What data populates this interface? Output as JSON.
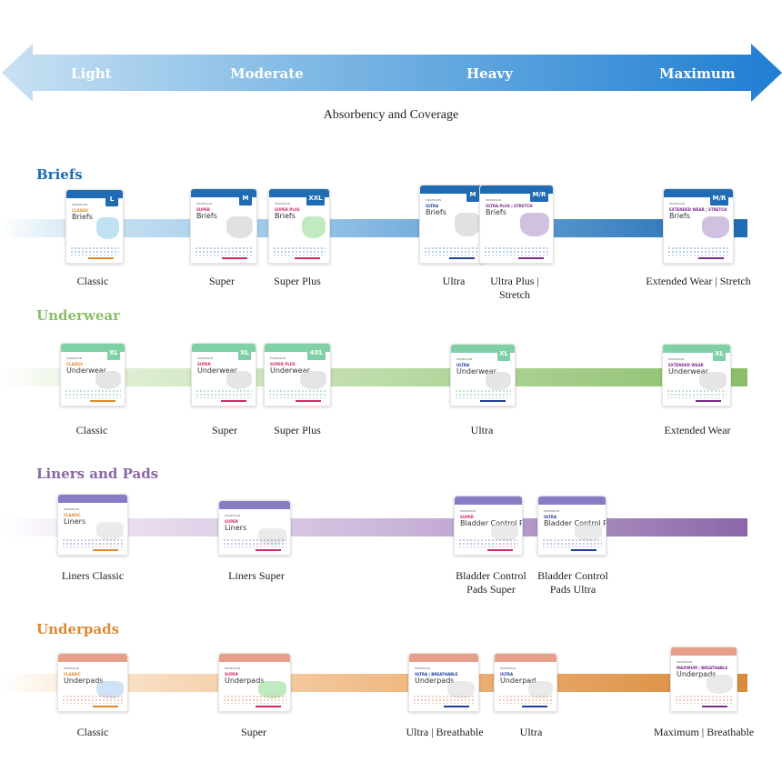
{
  "scale": {
    "levels": [
      "Light",
      "Moderate",
      "Heavy",
      "Maximum"
    ],
    "caption": "Absorbency and Coverage"
  },
  "colors": {
    "briefs": "#1f6cb4",
    "underwear": "#8bbd6a",
    "liners": "#8a68a8",
    "underpads": "#d98a3a"
  },
  "sections": [
    {
      "key": "briefs",
      "title": "Briefs",
      "products": [
        {
          "label": [
            "Classic"
          ],
          "brand": "MCKESSON",
          "tier": "CLASSIC",
          "name": "Briefs",
          "size": "L",
          "stripe": "#e08a2a",
          "art": "#8cc9e8"
        },
        {
          "label": [
            "Super"
          ],
          "brand": "MCKESSON",
          "tier": "SUPER",
          "name": "Briefs",
          "size": "M",
          "stripe": "#d4286a",
          "art": "#c9c9c9"
        },
        {
          "label": [
            "Super Plus"
          ],
          "brand": "MCKESSON",
          "tier": "SUPER PLUS",
          "name": "Briefs",
          "size": "XXL",
          "stripe": "#d4286a",
          "art": "#8ed88c"
        },
        {
          "label": [
            "Ultra"
          ],
          "brand": "MCKESSON",
          "tier": "ULTRA",
          "name": "Briefs",
          "size": "M",
          "stripe": "#1f3e9a",
          "art": "#c9c9c9"
        },
        {
          "label": [
            "Ultra Plus |",
            "Stretch"
          ],
          "brand": "MCKESSON",
          "tier": "ULTRA PLUS | STRETCH",
          "name": "Briefs",
          "size": "M/R",
          "stripe": "#7a2a8a",
          "art": "#a98ec9"
        },
        {
          "label": [
            "Extended Wear | Stretch"
          ],
          "brand": "MCKESSON",
          "tier": "EXTENDED WEAR | STRETCH",
          "name": "Briefs",
          "size": "M/R",
          "stripe": "#7a2a8a",
          "art": "#a98ec9"
        }
      ]
    },
    {
      "key": "underwear",
      "title": "Underwear",
      "products": [
        {
          "label": [
            "Classic"
          ],
          "brand": "MCKESSON",
          "tier": "CLASSIC",
          "name": "Underwear",
          "size": "XL",
          "stripe": "#e08a2a",
          "art": "#cfcfcf"
        },
        {
          "label": [
            "Super"
          ],
          "brand": "MCKESSON",
          "tier": "SUPER",
          "name": "Underwear",
          "size": "XL",
          "stripe": "#d4286a",
          "art": "#cfcfcf"
        },
        {
          "label": [
            "Super Plus"
          ],
          "brand": "MCKESSON",
          "tier": "SUPER PLUS",
          "name": "Underwear",
          "size": "4XL",
          "stripe": "#d4286a",
          "art": "#cfcfcf"
        },
        {
          "label": [
            "Ultra"
          ],
          "brand": "MCKESSON",
          "tier": "ULTRA",
          "name": "Underwear",
          "size": "XL",
          "stripe": "#1f3e9a",
          "art": "#cfcfcf"
        },
        {
          "label": [
            "Extended Wear"
          ],
          "brand": "MCKESSON",
          "tier": "EXTENDED WEAR",
          "name": "Underwear",
          "size": "XL",
          "stripe": "#7a2a8a",
          "art": "#cfcfcf"
        }
      ]
    },
    {
      "key": "liners",
      "title": "Liners and Pads",
      "products": [
        {
          "label": [
            "Liners Classic"
          ],
          "brand": "MCKESSON",
          "tier": "CLASSIC",
          "name": "Liners",
          "size": "",
          "stripe": "#e08a2a",
          "art": "#d8d8d8"
        },
        {
          "label": [
            "Liners Super"
          ],
          "brand": "MCKESSON",
          "tier": "SUPER",
          "name": "Liners",
          "size": "",
          "stripe": "#d4286a",
          "art": "#d8d8d8"
        },
        {
          "label": [
            "Bladder Control",
            "Pads Super"
          ],
          "brand": "MCKESSON",
          "tier": "SUPER",
          "name": "Bladder Control Pads",
          "size": "",
          "stripe": "#d4286a",
          "art": "#d8d8d8"
        },
        {
          "label": [
            "Bladder Control",
            "Pads Ultra"
          ],
          "brand": "MCKESSON",
          "tier": "ULTRA",
          "name": "Bladder Control Pad",
          "size": "",
          "stripe": "#1f3e9a",
          "art": "#d8d8d8"
        }
      ]
    },
    {
      "key": "underpads",
      "title": "Underpads",
      "products": [
        {
          "label": [
            "Classic"
          ],
          "brand": "MCKESSON",
          "tier": "CLASSIC",
          "name": "Underpads",
          "size": "",
          "stripe": "#e08a2a",
          "art": "#a8c8ec"
        },
        {
          "label": [
            "Super"
          ],
          "brand": "MCKESSON",
          "tier": "SUPER",
          "name": "Underpads",
          "size": "",
          "stripe": "#d4286a",
          "art": "#8ed88c"
        },
        {
          "label": [
            "Ultra | Breathable"
          ],
          "brand": "MCKESSON",
          "tier": "ULTRA | BREATHABLE",
          "name": "Underpads",
          "size": "",
          "stripe": "#1f3e9a",
          "art": "#d8d8d8"
        },
        {
          "label": [
            "Ultra"
          ],
          "brand": "MCKESSON",
          "tier": "ULTRA",
          "name": "Underpad",
          "size": "",
          "stripe": "#1f3e9a",
          "art": "#d8d8d8"
        },
        {
          "label": [
            "Maximum | Breathable"
          ],
          "brand": "MCKESSON",
          "tier": "MAXIMUM | BREATHABLE",
          "name": "Underpads",
          "size": "",
          "stripe": "#7a2a8a",
          "art": "#d8d8d8"
        }
      ]
    }
  ]
}
